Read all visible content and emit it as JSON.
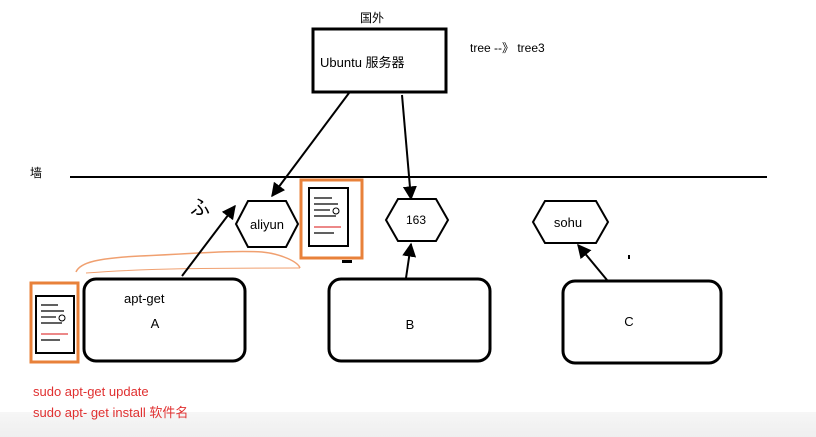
{
  "header": {
    "overseas_label": "国外"
  },
  "server": {
    "label": "Ubuntu 服务器"
  },
  "note": {
    "tree_text": "tree --》 tree3"
  },
  "wall": {
    "label": "墙"
  },
  "mirrors": [
    {
      "label": "aliyun"
    },
    {
      "label": "163"
    },
    {
      "label": "sohu"
    }
  ],
  "machines": [
    {
      "label": "A",
      "sublabel": "apt-get"
    },
    {
      "label": "B"
    },
    {
      "label": "C"
    }
  ],
  "scribble": {
    "text": "ふ"
  },
  "commands": [
    {
      "text": "sudo apt-get update"
    },
    {
      "text": "sudo apt- get install  软件名"
    }
  ],
  "colors": {
    "line": "#000000",
    "highlight_box": "#e8813a",
    "command_text": "#e03030",
    "doc_red_line": "#e04040",
    "sketch_curve": "#f0a070"
  },
  "icons": [
    "document-icon",
    "document-icon"
  ]
}
